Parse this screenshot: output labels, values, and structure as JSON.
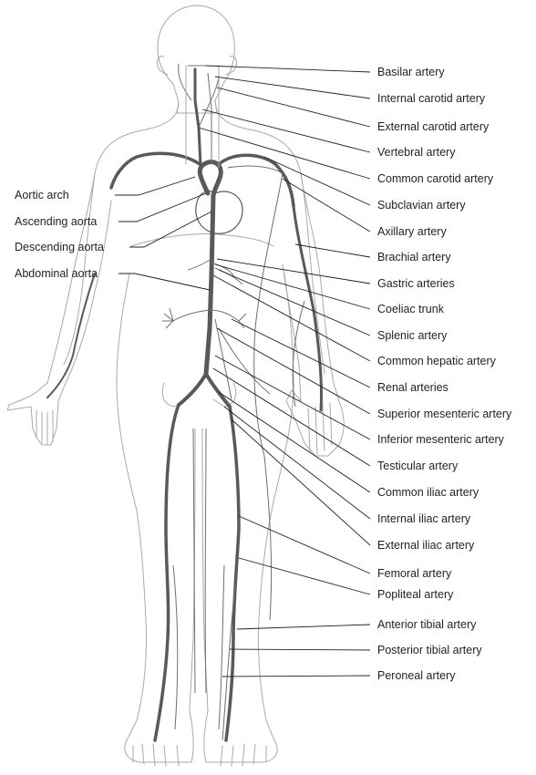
{
  "labels_right": [
    "Basilar artery",
    "Internal carotid artery",
    "External carotid artery",
    "Vertebral artery",
    "Common carotid artery",
    "Subclavian artery",
    "Axillary artery",
    "Brachial artery",
    "Gastric arteries",
    "Coeliac trunk",
    "Splenic artery",
    "Common hepatic artery",
    "Renal arteries",
    "Superior mesenteric artery",
    "Inferior mesenteric artery",
    "Testicular artery",
    "Common iliac artery",
    "Internal iliac artery",
    "External iliac artery",
    "Femoral artery",
    "Popliteal artery",
    "Anterior tibial artery",
    "Posterior tibial artery",
    "Peroneal artery"
  ],
  "labels_left": [
    "Aortic arch",
    "Ascending aorta",
    "Descending aorta",
    "Abdominal aorta"
  ],
  "colors": {
    "outline": "#a7a9ac",
    "artery": "#58595b",
    "text": "#231f20"
  }
}
